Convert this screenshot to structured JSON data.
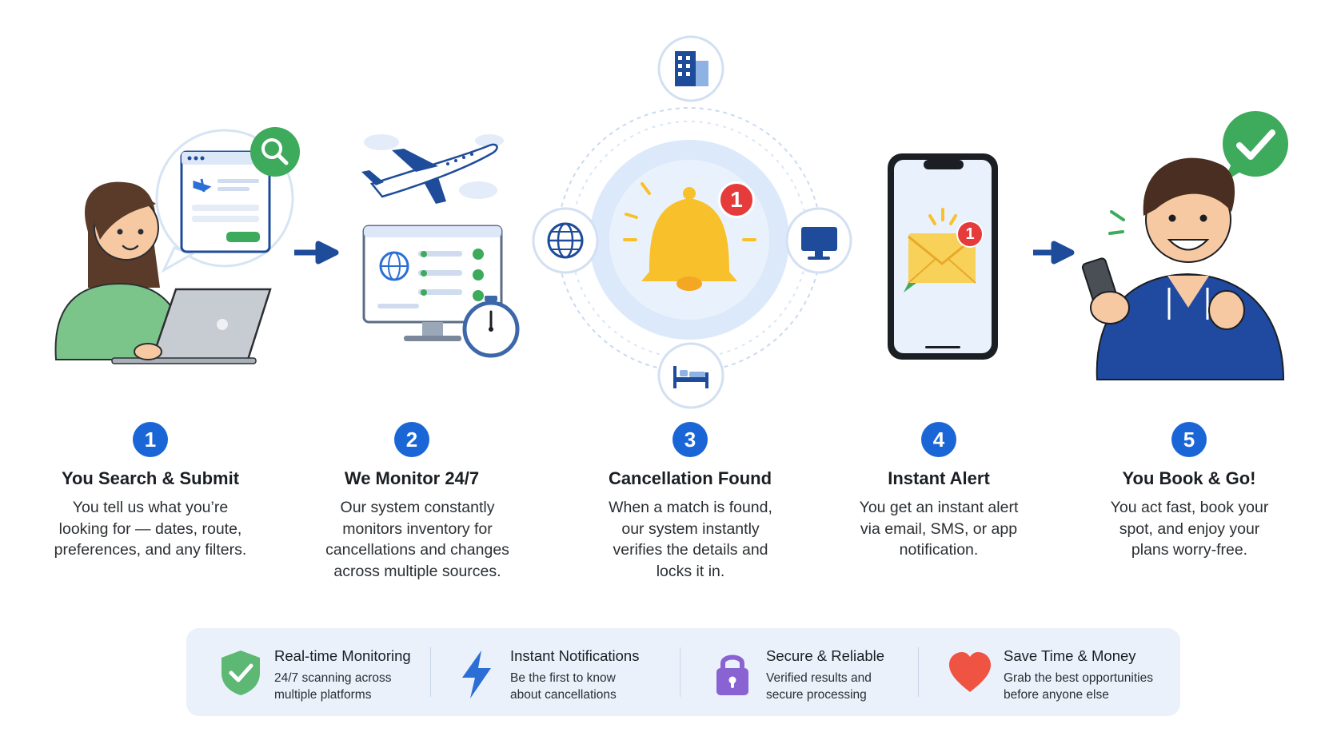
{
  "steps": [
    {
      "number": "1",
      "title": "You Search & Submit",
      "description": "You tell us what you’re looking for — dates, route, preferences, and any filters."
    },
    {
      "number": "2",
      "title": "We Monitor 24/7",
      "description": "Our system constantly monitors inventory for cancellations and changes across multiple sources."
    },
    {
      "number": "3",
      "title": "Cancellation Found",
      "description": "When a match is found, our system instantly verifies the details and locks it in."
    },
    {
      "number": "4",
      "title": "Instant Alert",
      "description": "You get an instant alert via email, SMS, or app notification."
    },
    {
      "number": "5",
      "title": "You Book & Go!",
      "description": "You act fast, book your spot, and enjoy your plans worry-free."
    }
  ],
  "badges": {
    "bell_count": "1",
    "envelope_count": "1"
  },
  "features": [
    {
      "title": "Real-time Monitoring",
      "description": "24/7 scanning across multiple platforms",
      "icon": "shield-check-icon"
    },
    {
      "title": "Instant Notifications",
      "description": "Be the first to know about cancellations",
      "icon": "lightning-bolt-icon"
    },
    {
      "title": "Secure & Reliable",
      "description": "Verified results and secure processing",
      "icon": "padlock-icon"
    },
    {
      "title": "Save Time & Money",
      "description": "Grab the best opportunities before anyone else",
      "icon": "heart-icon"
    }
  ],
  "colors": {
    "primary_blue": "#1a66d6",
    "dark_blue": "#1e4c9a",
    "green": "#3daa5c",
    "bell_yellow": "#f8c12c",
    "alert_red": "#e63b3b",
    "feature_bar_bg": "#eaf1fb",
    "lock_purple": "#8a63d2",
    "heart_red": "#ef5342"
  }
}
